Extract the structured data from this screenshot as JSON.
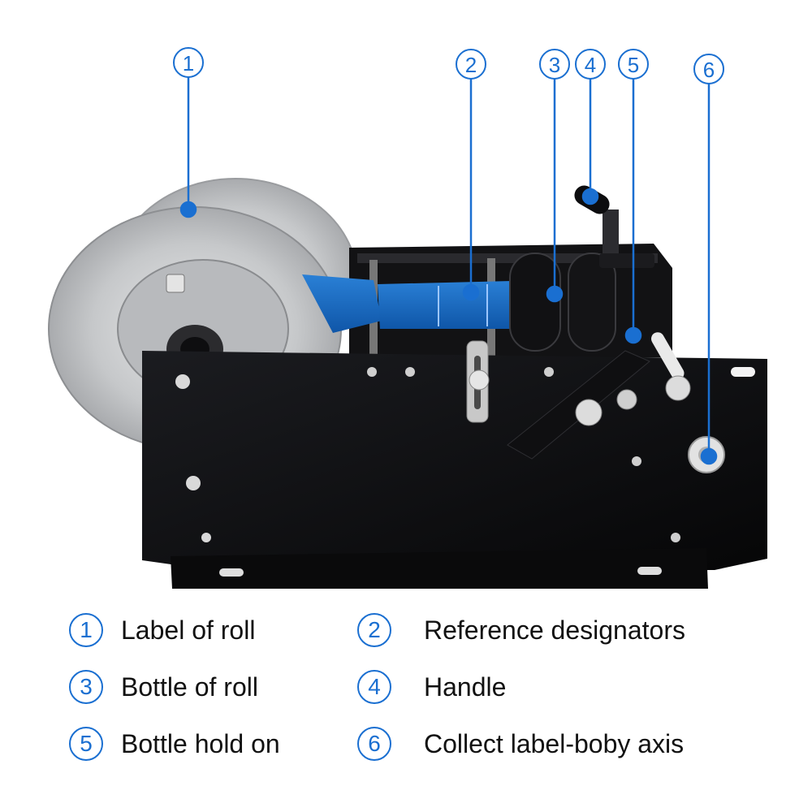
{
  "callouts": [
    {
      "num": "1"
    },
    {
      "num": "2"
    },
    {
      "num": "3"
    },
    {
      "num": "4"
    },
    {
      "num": "5"
    },
    {
      "num": "6"
    }
  ],
  "legend": [
    {
      "num": "1",
      "label": "Label of roll"
    },
    {
      "num": "2",
      "label": "Reference designators"
    },
    {
      "num": "3",
      "label": "Bottle of roll"
    },
    {
      "num": "4",
      "label": "Handle"
    },
    {
      "num": "5",
      "label": "Bottle hold on"
    },
    {
      "num": "6",
      "label": "Collect label-boby axis"
    }
  ],
  "colors": {
    "accent": "#1a6fd1",
    "machine": "#0d0d0f",
    "label_tape": "#1565c0",
    "roll_metal": "#c9cbcd"
  }
}
